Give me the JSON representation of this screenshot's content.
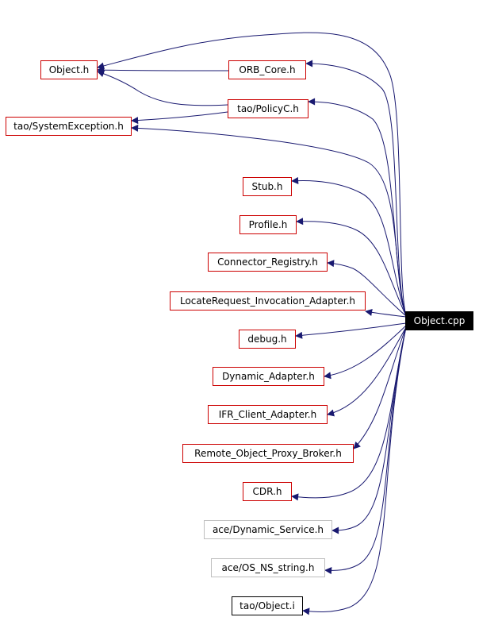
{
  "graph": {
    "edge_color": "#191970",
    "source": {
      "id": "object_cpp",
      "label": "Object.cpp",
      "style": "filled-black"
    },
    "nodes": [
      {
        "id": "object_h",
        "label": "Object.h",
        "border": "#cc0000"
      },
      {
        "id": "orb_core_h",
        "label": "ORB_Core.h",
        "border": "#cc0000"
      },
      {
        "id": "tao_policyc_h",
        "label": "tao/PolicyC.h",
        "border": "#cc0000"
      },
      {
        "id": "tao_systemexception_h",
        "label": "tao/SystemException.h",
        "border": "#cc0000"
      },
      {
        "id": "stub_h",
        "label": "Stub.h",
        "border": "#cc0000"
      },
      {
        "id": "profile_h",
        "label": "Profile.h",
        "border": "#cc0000"
      },
      {
        "id": "connector_registry_h",
        "label": "Connector_Registry.h",
        "border": "#cc0000"
      },
      {
        "id": "locaterequest_invocation_adapter_h",
        "label": "LocateRequest_Invocation_Adapter.h",
        "border": "#cc0000"
      },
      {
        "id": "debug_h",
        "label": "debug.h",
        "border": "#cc0000"
      },
      {
        "id": "dynamic_adapter_h",
        "label": "Dynamic_Adapter.h",
        "border": "#cc0000"
      },
      {
        "id": "ifr_client_adapter_h",
        "label": "IFR_Client_Adapter.h",
        "border": "#cc0000"
      },
      {
        "id": "remote_object_proxy_broker_h",
        "label": "Remote_Object_Proxy_Broker.h",
        "border": "#cc0000"
      },
      {
        "id": "cdr_h",
        "label": "CDR.h",
        "border": "#cc0000"
      },
      {
        "id": "ace_dynamic_service_h",
        "label": "ace/Dynamic_Service.h",
        "border": "#bfbfbf"
      },
      {
        "id": "ace_os_ns_string_h",
        "label": "ace/OS_NS_string.h",
        "border": "#bfbfbf"
      },
      {
        "id": "tao_object_i",
        "label": "tao/Object.i",
        "border": "#000000"
      }
    ],
    "edges": [
      {
        "from": "object_cpp",
        "to": "object_h"
      },
      {
        "from": "object_cpp",
        "to": "orb_core_h"
      },
      {
        "from": "object_cpp",
        "to": "tao_policyc_h"
      },
      {
        "from": "object_cpp",
        "to": "tao_systemexception_h"
      },
      {
        "from": "object_cpp",
        "to": "stub_h"
      },
      {
        "from": "object_cpp",
        "to": "profile_h"
      },
      {
        "from": "object_cpp",
        "to": "connector_registry_h"
      },
      {
        "from": "object_cpp",
        "to": "locaterequest_invocation_adapter_h"
      },
      {
        "from": "object_cpp",
        "to": "debug_h"
      },
      {
        "from": "object_cpp",
        "to": "dynamic_adapter_h"
      },
      {
        "from": "object_cpp",
        "to": "ifr_client_adapter_h"
      },
      {
        "from": "object_cpp",
        "to": "remote_object_proxy_broker_h"
      },
      {
        "from": "object_cpp",
        "to": "cdr_h"
      },
      {
        "from": "object_cpp",
        "to": "ace_dynamic_service_h"
      },
      {
        "from": "object_cpp",
        "to": "ace_os_ns_string_h"
      },
      {
        "from": "object_cpp",
        "to": "tao_object_i"
      },
      {
        "from": "orb_core_h",
        "to": "object_h"
      },
      {
        "from": "tao_policyc_h",
        "to": "object_h"
      },
      {
        "from": "tao_policyc_h",
        "to": "tao_systemexception_h"
      }
    ]
  }
}
